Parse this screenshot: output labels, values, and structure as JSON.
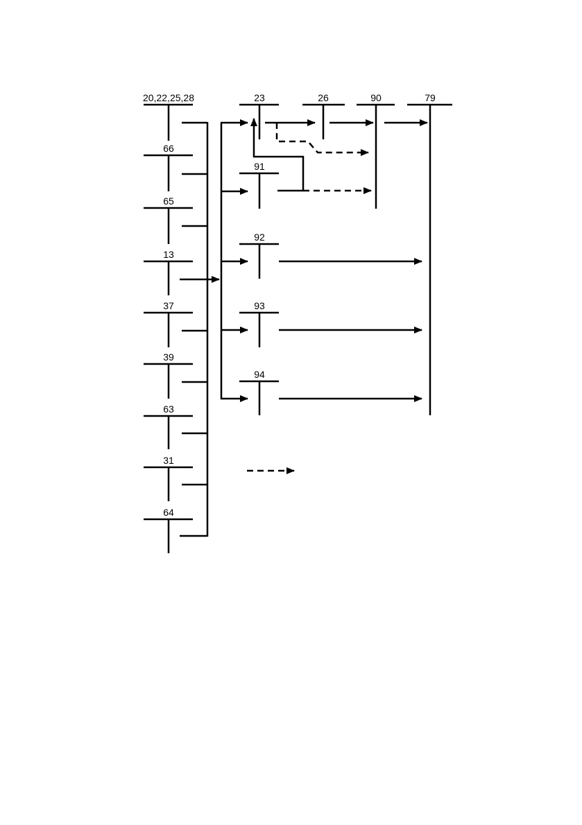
{
  "left_column_labels": [
    "20,22,25,28",
    "66",
    "65",
    "13",
    "37",
    "39",
    "63",
    "31",
    "64"
  ],
  "middle_column_labels": [
    "23",
    "91",
    "92",
    "93",
    "94"
  ],
  "top_row_labels": [
    "26",
    "90",
    "79"
  ],
  "colors": {
    "line": "#000000",
    "background": "#ffffff"
  }
}
